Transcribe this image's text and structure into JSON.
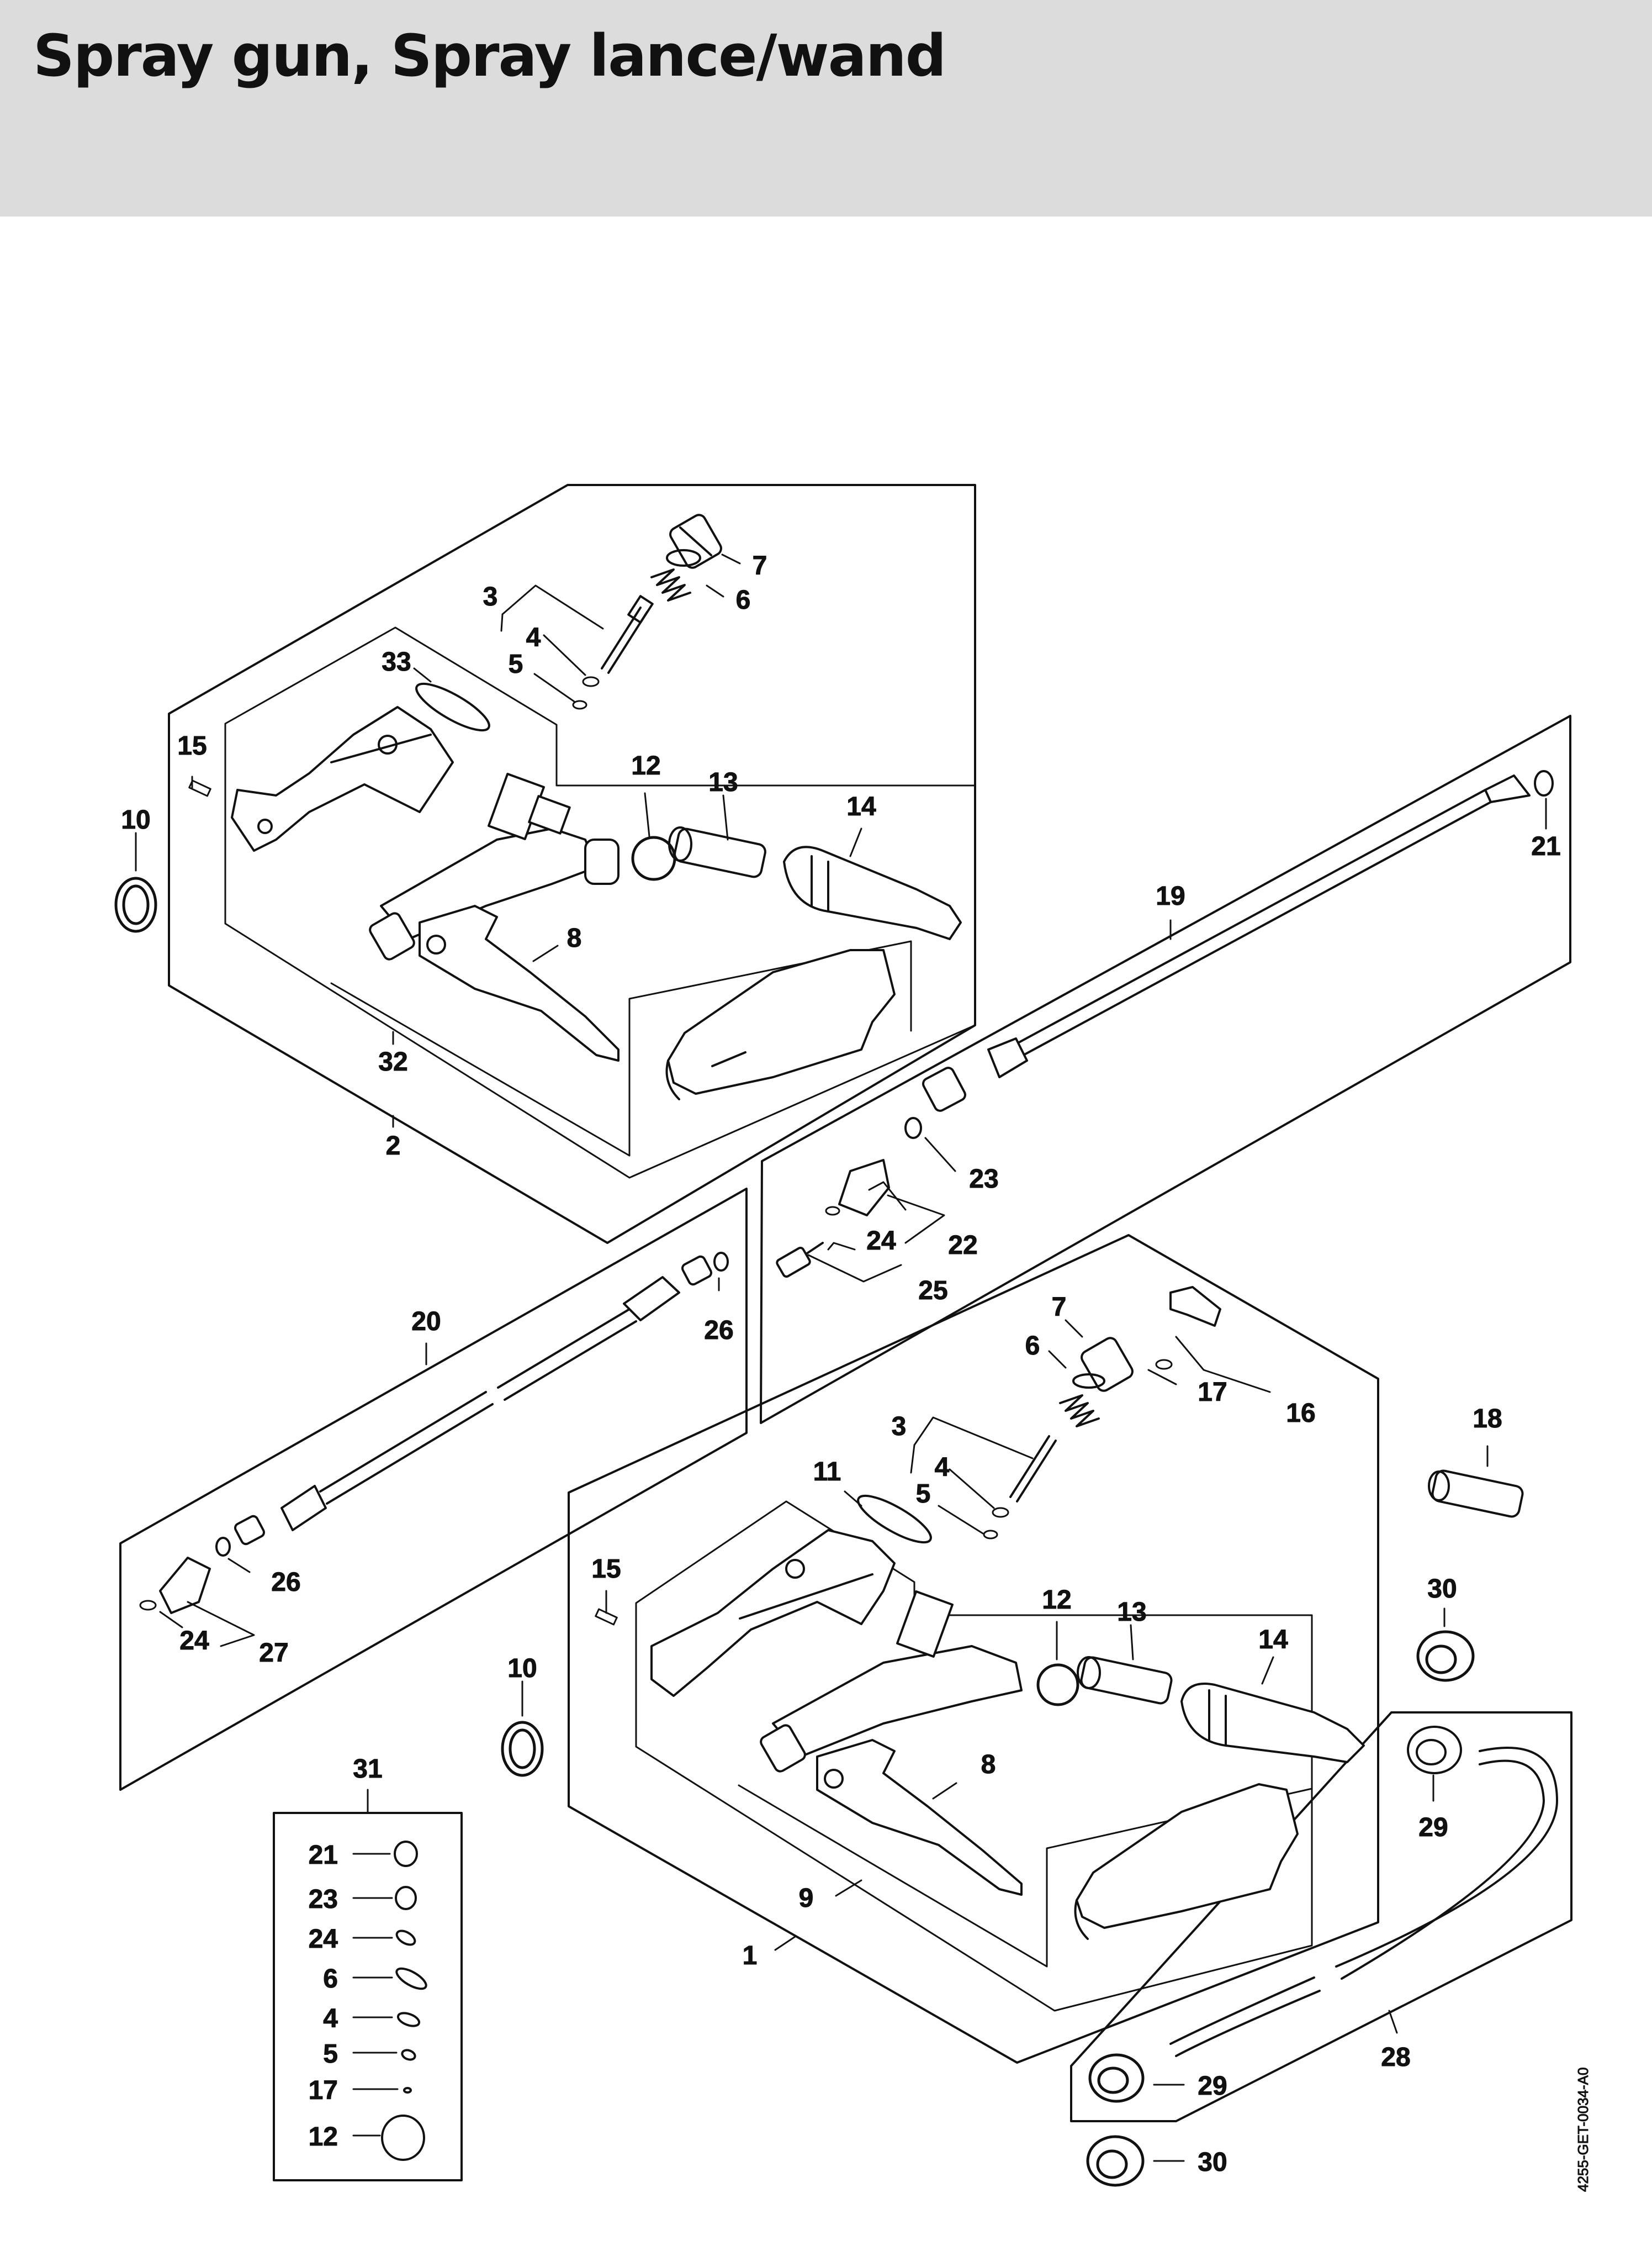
{
  "title": "Spray gun, Spray lance/wand",
  "doc_id": "4255-GET-0034-A0",
  "callouts": {
    "c7a": "7",
    "c6a": "6",
    "c3a": "3",
    "c4a": "4",
    "c5a": "5",
    "c33": "33",
    "c15a": "15",
    "c10a": "10",
    "c12a": "12",
    "c13a": "13",
    "c14a": "14",
    "c8a": "8",
    "c32": "32",
    "c2": "2",
    "c19": "19",
    "c21": "21",
    "c23": "23",
    "c24a": "24",
    "c22": "22",
    "c25": "25",
    "c20": "20",
    "c26a": "26",
    "c26b": "26",
    "c24b": "24",
    "c27": "27",
    "c7b": "7",
    "c6b": "6",
    "c17a": "17",
    "c16": "16",
    "c3b": "3",
    "c4b": "4",
    "c5b": "5",
    "c11": "11",
    "c15b": "15",
    "c10b": "10",
    "c12b": "12",
    "c13b": "13",
    "c14b": "14",
    "c8b": "8",
    "c9": "9",
    "c1": "1",
    "c18": "18",
    "c30a": "30",
    "c29a": "29",
    "c28": "28",
    "c29b": "29",
    "c30b": "30",
    "c31": "31"
  },
  "kit_31": [
    "21",
    "23",
    "24",
    "6",
    "4",
    "5",
    "17",
    "12"
  ]
}
